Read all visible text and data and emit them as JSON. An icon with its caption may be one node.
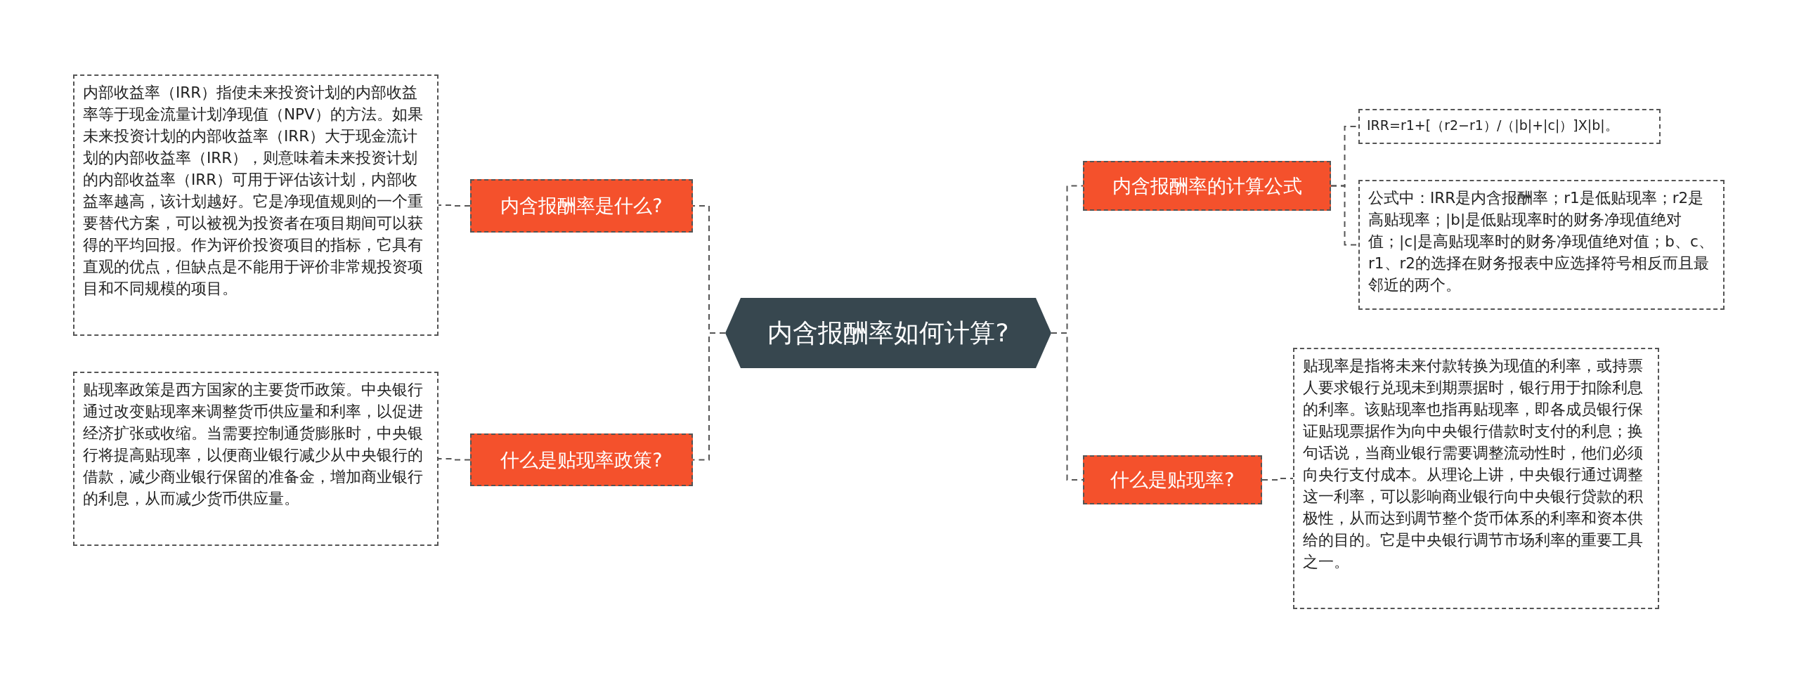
{
  "diagram": {
    "nodes": [
      {
        "text": [
          "内含报酬率如何计算?"
        ]
      },
      {
        "text": [
          "内含报酬率是什么?"
        ]
      },
      {
        "text": [
          "内部收益率（IRR）指使未来投资计划的内部收益率等于现金流量计划净现值（NPV）的方法。如果未来投资计划的内部收益率（IRR）大于现金流计划的内部收益率（IRR），则意味着未来投资计划的内部收益率（IRR）可用于评估该计划，内部收益率越高，该计划越好。它是净现值规则的一个重要替代方案，可以被视为投资者在项目期间可以获得的平均回报。作为评价投资项目的指标，它具有直观的优点，但缺点是不能用于评价非常规投资项目和不同规模的项目。"
        ]
      },
      {
        "text": [
          "什么是贴现率政策?"
        ]
      },
      {
        "text": [
          "贴现率政策是西方国家的主要货币政策。中央银行通过改变贴现率来调整货币供应量和利率，以促进经济扩张或收缩。当需要控制通货膨胀时，中央银行将提高贴现率，以便商业银行减少从中央银行的借款，减少商业银行保留的准备金，增加商业银行的利息，从而减少货币供应量。"
        ]
      },
      {
        "text": [
          "内含报酬率的计算公式"
        ]
      },
      {
        "text": [
          "IRR=r1+[（r2−r1）/（|b|+|c|）]X|b|。"
        ]
      },
      {
        "text": [
          "公式中：IRR是内含报酬率；r1是低贴现率；r2是高贴现率；|b|是低贴现率时的财务净现值绝对值；|c|是高贴现率时的财务净现值绝对值；b、c、r1、r2的选择在财务报表中应选择符号相反而且最邻近的两个。"
        ]
      },
      {
        "text": [
          "什么是贴现率?"
        ]
      },
      {
        "text": [
          "贴现率是指将未来付款转换为现值的利率，或持票人要求银行兑现未到期票据时，银行用于扣除利息的利率。该贴现率也指再贴现率，即各成员银行保证贴现票据作为向中央银行借款时支付的利息；换句话说，当商业银行需要调整流动性时，他们必须向央行支付成本。从理论上讲，中央银行通过调整这一利率，可以影响商业银行向中央银行贷款的积极性，从而达到调节整个货币体系的利率和资本供给的目的。它是中央银行调节市场利率的重要工具之一。"
        ]
      }
    ],
    "edges": [
      {
        "from": 0,
        "to": 1,
        "arrow": "none"
      },
      {
        "from": 1,
        "to": 2,
        "arrow": "none"
      },
      {
        "from": 0,
        "to": 3,
        "arrow": "none"
      },
      {
        "from": 3,
        "to": 4,
        "arrow": "none"
      },
      {
        "from": 0,
        "to": 5,
        "arrow": "none"
      },
      {
        "from": 5,
        "to": 6,
        "arrow": "none"
      },
      {
        "from": 5,
        "to": 7,
        "arrow": "none"
      },
      {
        "from": 0,
        "to": 8,
        "arrow": "none"
      },
      {
        "from": 8,
        "to": 9,
        "arrow": "none"
      }
    ]
  }
}
